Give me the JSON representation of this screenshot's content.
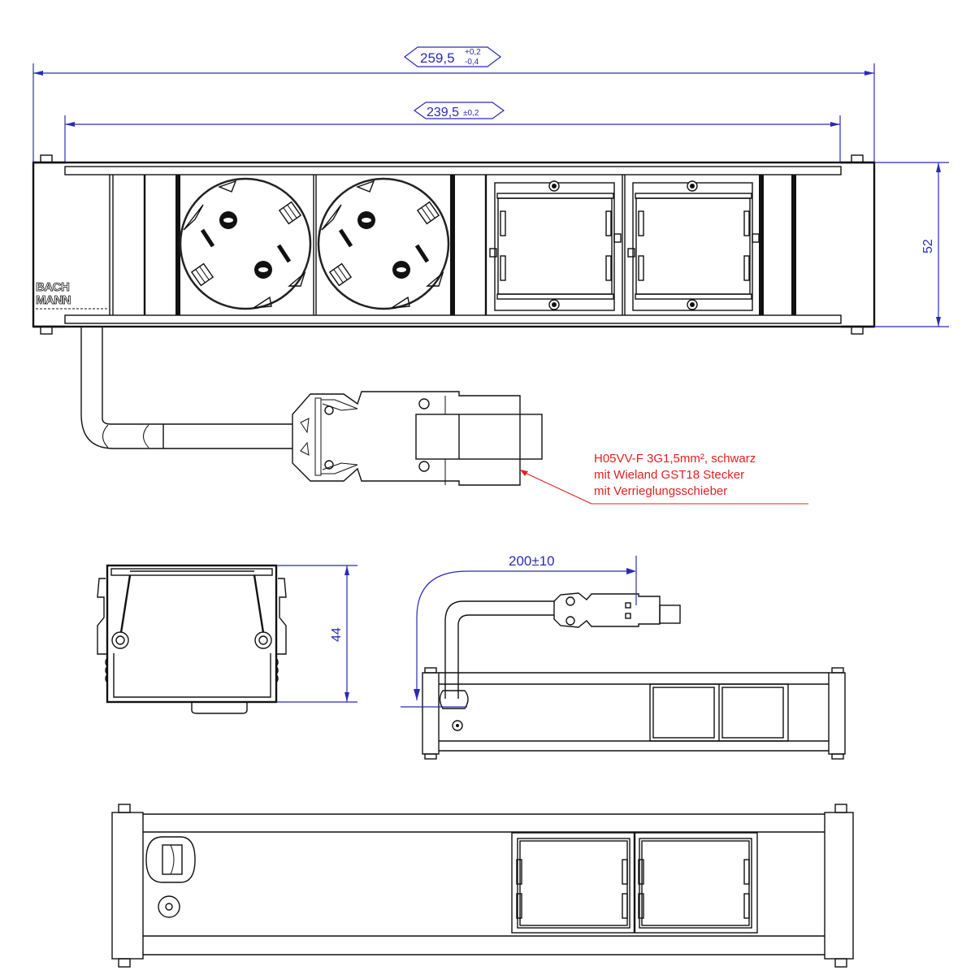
{
  "drawing": {
    "type": "technical-drawing",
    "subject": "Desktop power socket strip with 2 Schuko sockets and 2 module slots",
    "brand_logo": [
      "BACH",
      "MANN"
    ],
    "dimensions": {
      "overall_length": {
        "value": "259,5",
        "tol_upper": "+0,2",
        "tol_lower": "-0,4"
      },
      "inner_length": {
        "value": "239,5",
        "tol": "±0,2"
      },
      "height_front": "52",
      "height_side": "44",
      "cable_length": "200±10"
    },
    "annotation": {
      "lines": [
        "H05VV-F 3G1,5mm², schwarz",
        "mit Wieland GST18 Stecker",
        "mit Verrieglungsschieber"
      ],
      "color": "#e02020"
    },
    "colors": {
      "outline": "#111111",
      "dimension": "#2a2ab8",
      "annotation": "#e02020",
      "background": "#ffffff"
    },
    "views": [
      "front-view",
      "side-view",
      "top-view",
      "bottom-view"
    ],
    "front_view": {
      "sockets": 2,
      "module_slots": 2
    }
  }
}
